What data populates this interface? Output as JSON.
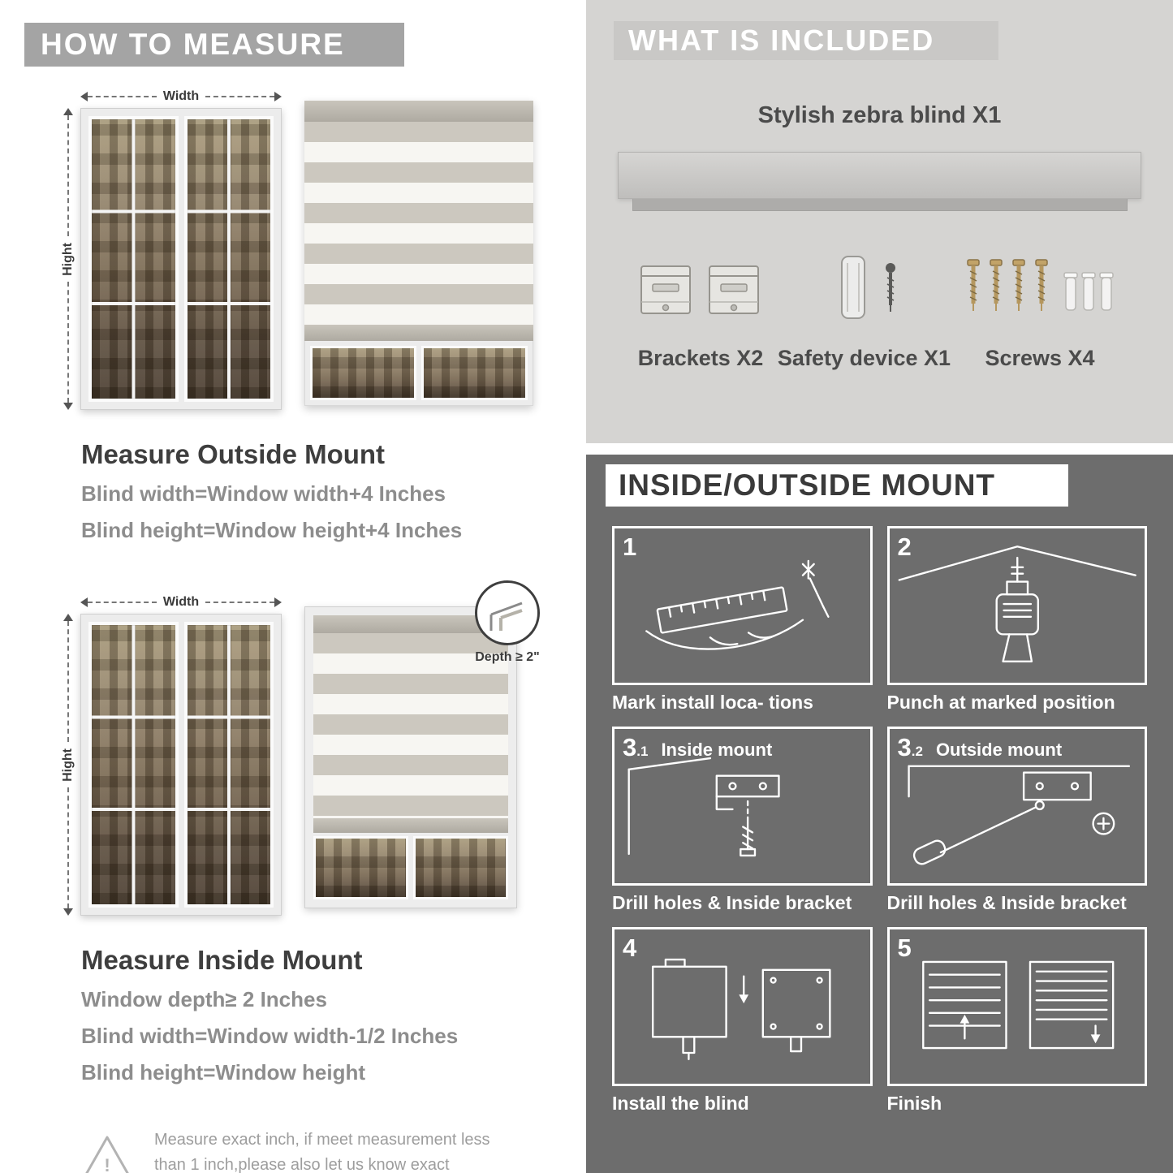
{
  "left": {
    "banner": "HOW TO MEASURE",
    "outside": {
      "width_label": "Width",
      "height_label": "Hight",
      "heading": "Measure Outside Mount",
      "lines": [
        "Blind width=Window width+4 Inches",
        "Blind height=Window height+4 Inches"
      ]
    },
    "inside": {
      "width_label": "Width",
      "height_label": "Hight",
      "depth_label": "Depth ≥ 2\"",
      "heading": "Measure Inside Mount",
      "lines": [
        "Window depth≥ 2 Inches",
        "Blind width=Window width-1/2 Inches",
        "Blind height=Window height"
      ]
    },
    "warning": {
      "icon": "!",
      "text": "Measure exact inch, if meet measurement less than 1 inch,please also let us know exact measurement, please do not leave it"
    }
  },
  "right": {
    "included": {
      "banner": "WHAT IS INCLUDED",
      "blind_label": "Stylish zebra blind X1",
      "items": [
        {
          "label": "Brackets X2"
        },
        {
          "label": "Safety device X1"
        },
        {
          "label": "Screws X4"
        }
      ]
    },
    "mount": {
      "banner": "INSIDE/OUTSIDE MOUNT",
      "steps": [
        {
          "num": "1",
          "sub": "",
          "title": "",
          "caption": "Mark install loca- tions"
        },
        {
          "num": "2",
          "sub": "",
          "title": "",
          "caption": "Punch at marked position"
        },
        {
          "num": "3",
          "sub": ".1",
          "title": "Inside mount",
          "caption": "Drill holes & Inside bracket"
        },
        {
          "num": "3",
          "sub": ".2",
          "title": "Outside mount",
          "caption": "Drill holes & Inside bracket"
        },
        {
          "num": "4",
          "sub": "",
          "title": "",
          "caption": "Install the blind"
        },
        {
          "num": "5",
          "sub": "",
          "title": "",
          "caption": "Finish"
        }
      ]
    }
  },
  "colors": {
    "left_banner": "#a4a4a4",
    "included_bg": "#d5d4d2",
    "included_banner": "#c9c8c6",
    "mount_bg": "#6d6d6d",
    "text_dark": "#3e3e3e",
    "text_gray": "#8d8d8d"
  }
}
